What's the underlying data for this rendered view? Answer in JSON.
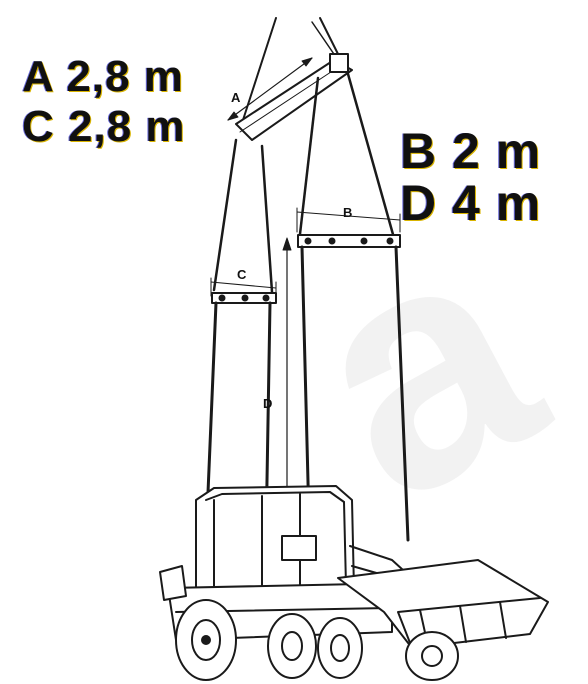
{
  "labels": {
    "a_big": "A  2,8 m",
    "c_big": "C  2,8 m",
    "b_big": "B  2 m",
    "d_big": "D  4 m",
    "a_small": "A",
    "b_small": "B",
    "c_small": "C",
    "d_small": "D"
  },
  "colors": {
    "line": "#1a1a1a",
    "label_shadow_yellow": "#d9b400",
    "label_shadow_blue": "#6a6ad8"
  }
}
